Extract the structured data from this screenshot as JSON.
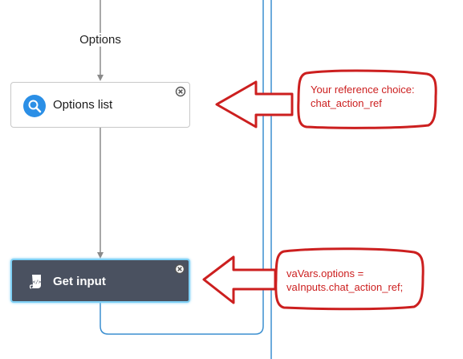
{
  "flow": {
    "edge_label": "Options",
    "nodes": {
      "options_list": {
        "title": "Options list",
        "icon": "search-icon"
      },
      "get_input": {
        "title": "Get input",
        "icon": "script-icon"
      }
    }
  },
  "annotations": {
    "note_1": "Your reference choice:\nchat_action_ref",
    "note_2": "vaVars.options =\nvaInputs.chat_action_ref;"
  },
  "colors": {
    "connector": "#8a8a8a",
    "container_border": "#3b8fd0",
    "selected_node_bg": "#4a5160",
    "selected_node_glow": "#7fd0f5",
    "search_icon": "#2b8fe6",
    "annotation_red": "#cc1f1f"
  }
}
